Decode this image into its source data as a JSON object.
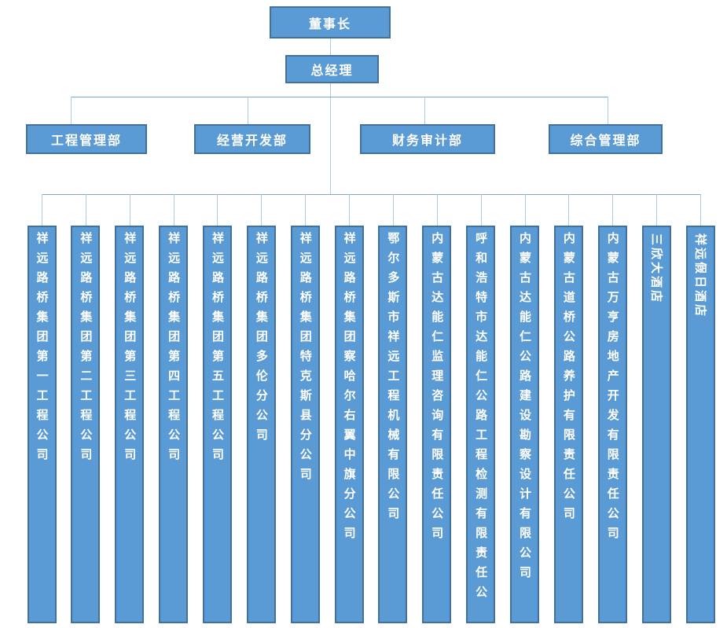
{
  "org": {
    "chairman": {
      "label": "董事长"
    },
    "general_manager": {
      "label": "总经理"
    },
    "departments": [
      {
        "label": "工程管理部"
      },
      {
        "label": "经营开发部"
      },
      {
        "label": "财务审计部"
      },
      {
        "label": "综合管理部"
      }
    ],
    "subsidiaries": [
      {
        "label": "祥远路桥集团第一工程公司",
        "text_orientation": "upright"
      },
      {
        "label": "祥远路桥集团第二工程公司",
        "text_orientation": "upright"
      },
      {
        "label": "祥远路桥集团第三工程公司",
        "text_orientation": "upright"
      },
      {
        "label": "祥远路桥集团第四工程公司",
        "text_orientation": "upright"
      },
      {
        "label": "祥远路桥集团第五工程公司",
        "text_orientation": "upright"
      },
      {
        "label": "祥远路桥集团多伦分公司",
        "text_orientation": "upright"
      },
      {
        "label": "祥远路桥集团特克斯县分公司",
        "text_orientation": "upright"
      },
      {
        "label": "祥远路桥集团察哈尔右翼中旗分公司",
        "text_orientation": "upright"
      },
      {
        "label": "鄂尔多斯市祥远工程机械有限公司",
        "text_orientation": "upright"
      },
      {
        "label": "内蒙古达能仁监理咨询有限责任公司",
        "text_orientation": "upright"
      },
      {
        "label": "呼和浩特市达能仁公路工程检测有限责任公司",
        "text_orientation": "upright"
      },
      {
        "label": "内蒙古达能仁公路建设勘察设计有限公司",
        "text_orientation": "upright"
      },
      {
        "label": "内蒙古道桥公路养护有限责任公司",
        "text_orientation": "upright"
      },
      {
        "label": "内蒙古万亨房地产开发有限责任公司",
        "text_orientation": "upright"
      },
      {
        "label": "三欣大酒店",
        "text_orientation": "rotated"
      },
      {
        "label": "祥远假日酒店",
        "text_orientation": "rotated"
      }
    ],
    "colors": {
      "node_fill": "#5B9BD5",
      "node_border": "#41719C",
      "node_text": "#FFFFFF",
      "connector_horizontal": "#7FA8CC",
      "connector_vertical": "#A9CBE8",
      "background": "#FFFFFF"
    }
  }
}
